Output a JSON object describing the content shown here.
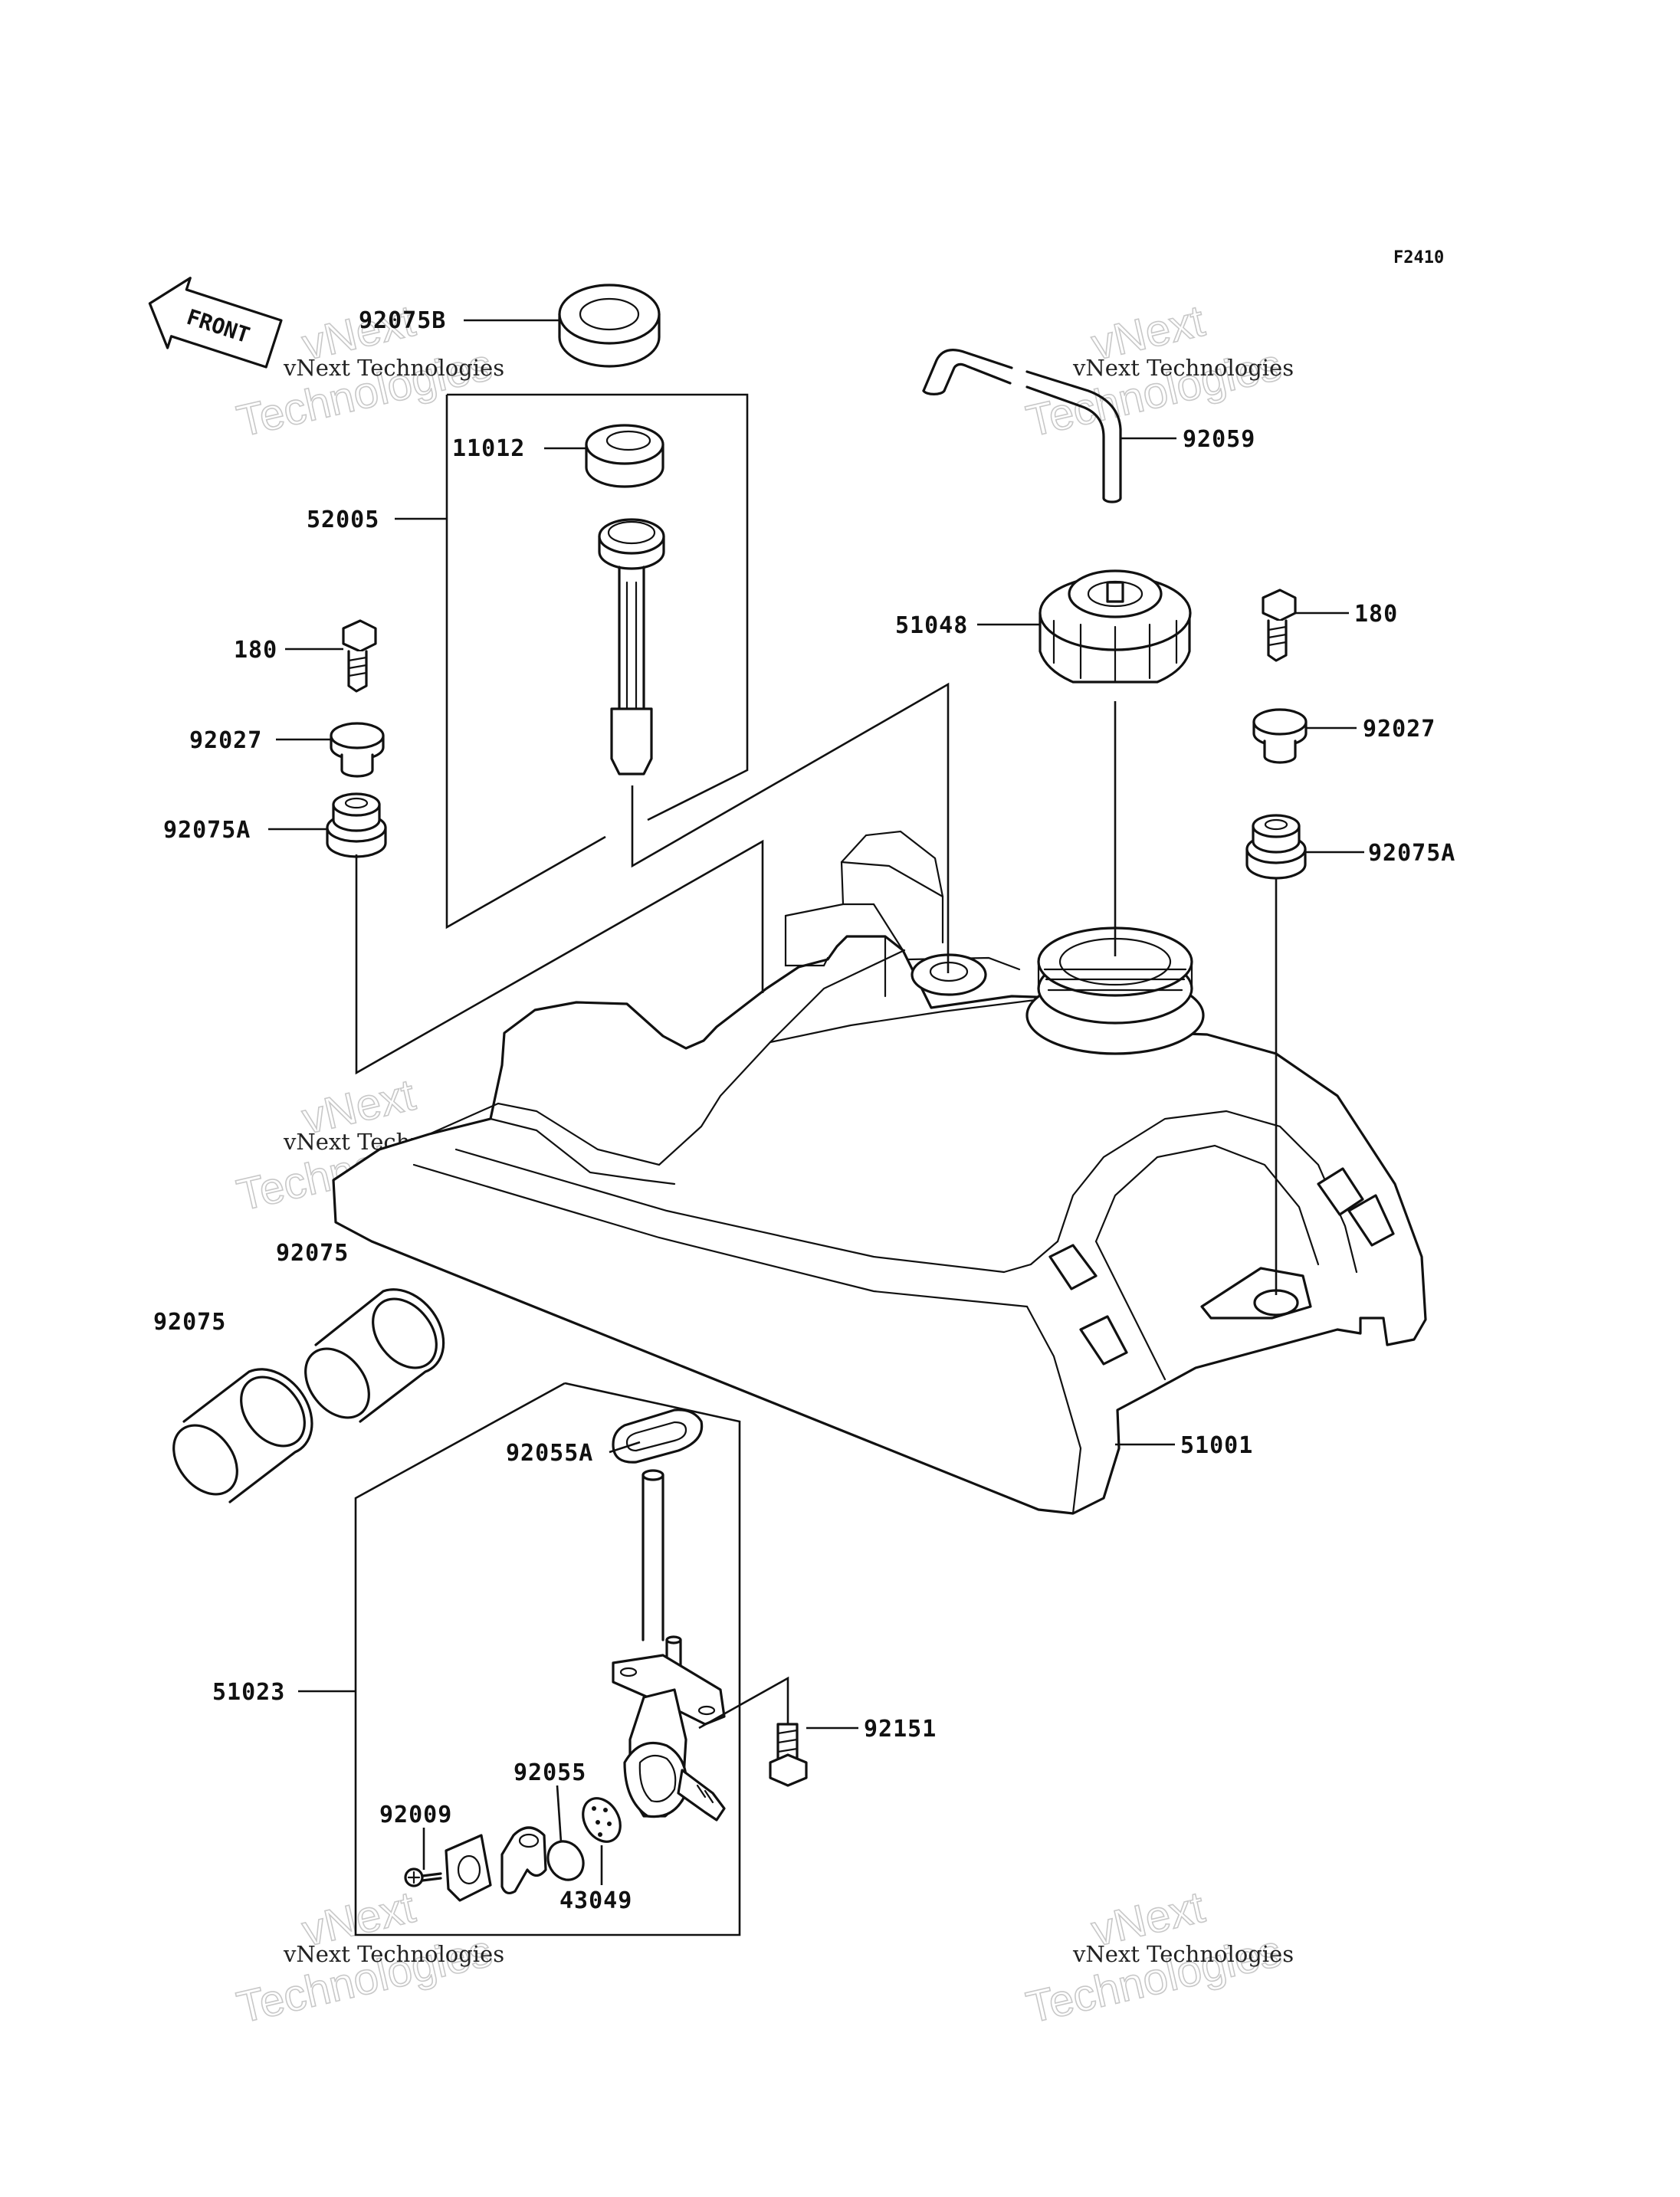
{
  "figure_code": "F2410",
  "front_label": "FRONT",
  "watermark": {
    "line1": "vNext Technologies",
    "big_a": "vNext",
    "big_b": "Technologies"
  },
  "parts": {
    "p_92075B": "92075B",
    "p_11012": "11012",
    "p_52005": "52005",
    "p_180_left": "180",
    "p_92027_left": "92027",
    "p_92075A_left": "92075A",
    "p_92059": "92059",
    "p_51048": "51048",
    "p_180_right": "180",
    "p_92027_right": "92027",
    "p_92075A_right": "92075A",
    "p_92075_upper": "92075",
    "p_92075_lower": "92075",
    "p_51001": "51001",
    "p_92055A": "92055A",
    "p_51023": "51023",
    "p_92151": "92151",
    "p_92055": "92055",
    "p_92009": "92009",
    "p_43049": "43049"
  }
}
